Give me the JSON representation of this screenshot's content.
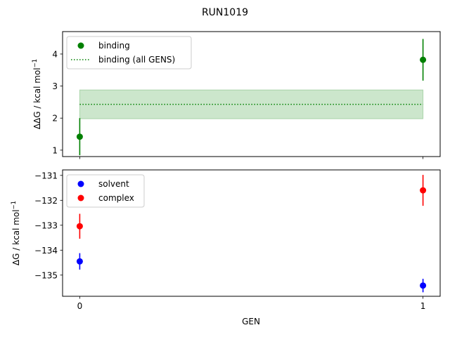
{
  "figure": {
    "suptitle": "RUN1019",
    "xlabel": "GEN"
  },
  "colors": {
    "binding": "#008000",
    "binding_band": "#008000",
    "solvent": "#0000ff",
    "complex": "#ff0000",
    "axis": "#000000"
  },
  "chart_data": [
    {
      "type": "scatter",
      "panel": "top",
      "ylabel_main": "ΔΔG / kcal mol",
      "ylabel_sup": "−1",
      "x": [
        0,
        1
      ],
      "xlim": [
        -0.05,
        1.05
      ],
      "ylim": [
        0.8,
        4.7
      ],
      "yticks": [
        1,
        2,
        3,
        4
      ],
      "series": [
        {
          "name": "binding",
          "kind": "errorbar",
          "color": "#008000",
          "x": [
            0,
            1
          ],
          "y": [
            1.42,
            3.82
          ],
          "yerr": [
            0.58,
            0.65
          ]
        }
      ],
      "reference_line": {
        "name": "binding (all GENS)",
        "style": "dotted",
        "color": "#008000",
        "x": [
          0,
          1
        ],
        "y": 2.43,
        "band": [
          1.98,
          2.88
        ]
      },
      "legend": "upper-left"
    },
    {
      "type": "scatter",
      "panel": "bottom",
      "ylabel_main": "ΔG / kcal mol",
      "ylabel_sup": "−1",
      "x": [
        0,
        1
      ],
      "xlim": [
        -0.05,
        1.05
      ],
      "xticks": [
        0,
        1
      ],
      "xticklabels": [
        "0",
        "1"
      ],
      "ylim": [
        -135.85,
        -130.78
      ],
      "yticks": [
        -135,
        -134,
        -133,
        -132,
        -131
      ],
      "yticklabels": [
        "−135",
        "−134",
        "−133",
        "−132",
        "−131"
      ],
      "series": [
        {
          "name": "solvent",
          "kind": "errorbar",
          "color": "#0000ff",
          "x": [
            0,
            1
          ],
          "y": [
            -134.45,
            -135.42
          ],
          "yerr": [
            0.33,
            0.27
          ]
        },
        {
          "name": "complex",
          "kind": "errorbar",
          "color": "#ff0000",
          "x": [
            0,
            1
          ],
          "y": [
            -133.04,
            -131.6
          ],
          "yerr": [
            0.5,
            0.62
          ]
        }
      ],
      "legend": "upper-left"
    }
  ]
}
